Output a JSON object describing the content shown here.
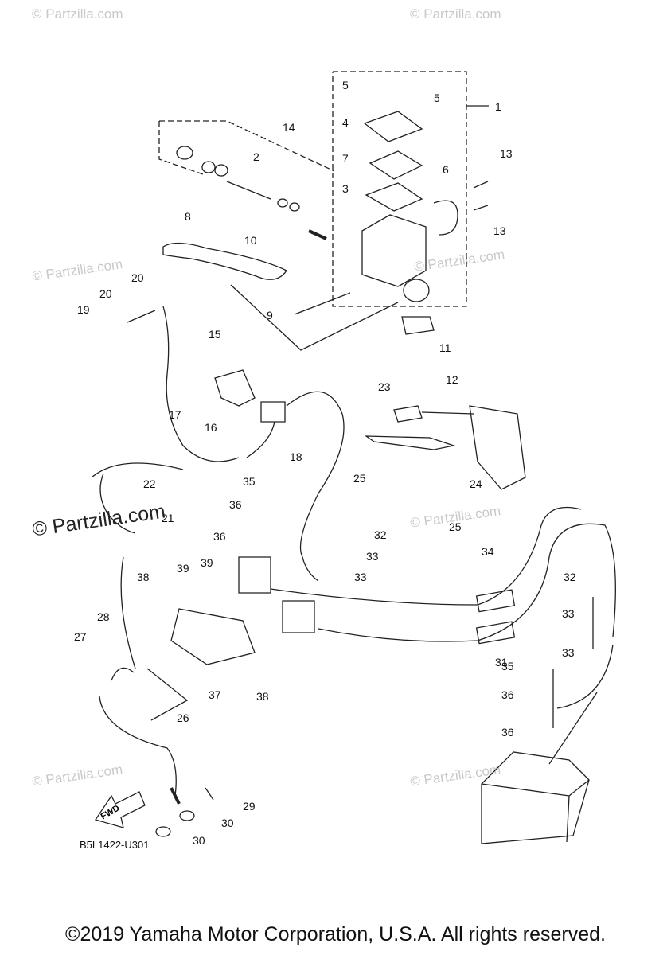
{
  "watermarks": {
    "site": "© Partzilla.com",
    "site_big": "© Partzilla.com"
  },
  "callouts": [
    "1",
    "2",
    "3",
    "4",
    "5",
    "5",
    "6",
    "7",
    "8",
    "9",
    "10",
    "11",
    "12",
    "13",
    "13",
    "14",
    "15",
    "16",
    "17",
    "18",
    "19",
    "20",
    "20",
    "21",
    "22",
    "23",
    "24",
    "25",
    "25",
    "26",
    "27",
    "28",
    "29",
    "30",
    "30",
    "31",
    "32",
    "32",
    "33",
    "33",
    "33",
    "33",
    "34",
    "35",
    "35",
    "36",
    "36",
    "36",
    "36",
    "37",
    "38",
    "38",
    "39",
    "39"
  ],
  "diagram_code": "B5L1422-U301",
  "fwd_label": "FWD",
  "copyright": "©2019 Yamaha Motor Corporation, U.S.A. All rights reserved."
}
